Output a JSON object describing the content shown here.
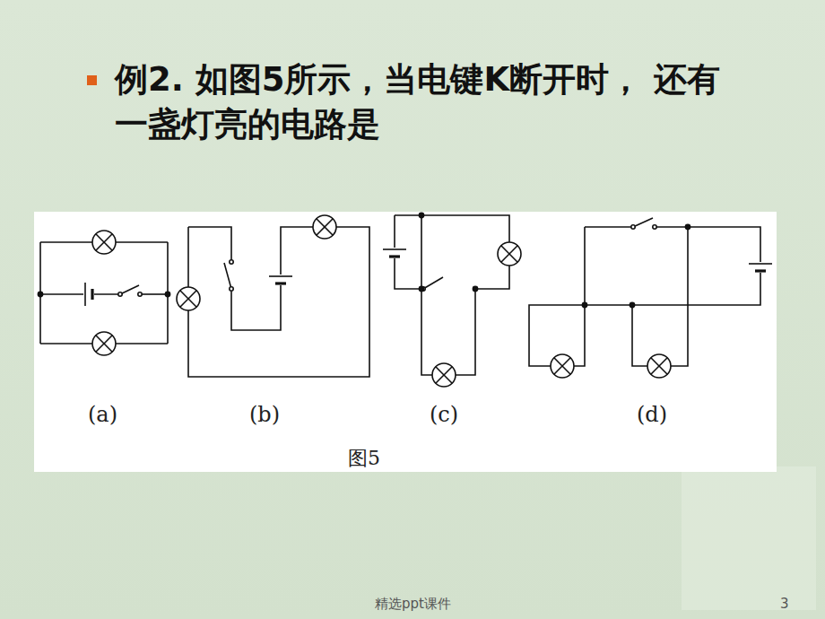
{
  "diagram": {
    "title": "例2. 如图5所示，当电键K断开时， 还有一盏灯亮的电路是",
    "caption": "图5",
    "labels": [
      "(a)",
      "(b)",
      "(c)",
      "(d)",
      "精选ppt课件",
      "3"
    ]
  }
}
